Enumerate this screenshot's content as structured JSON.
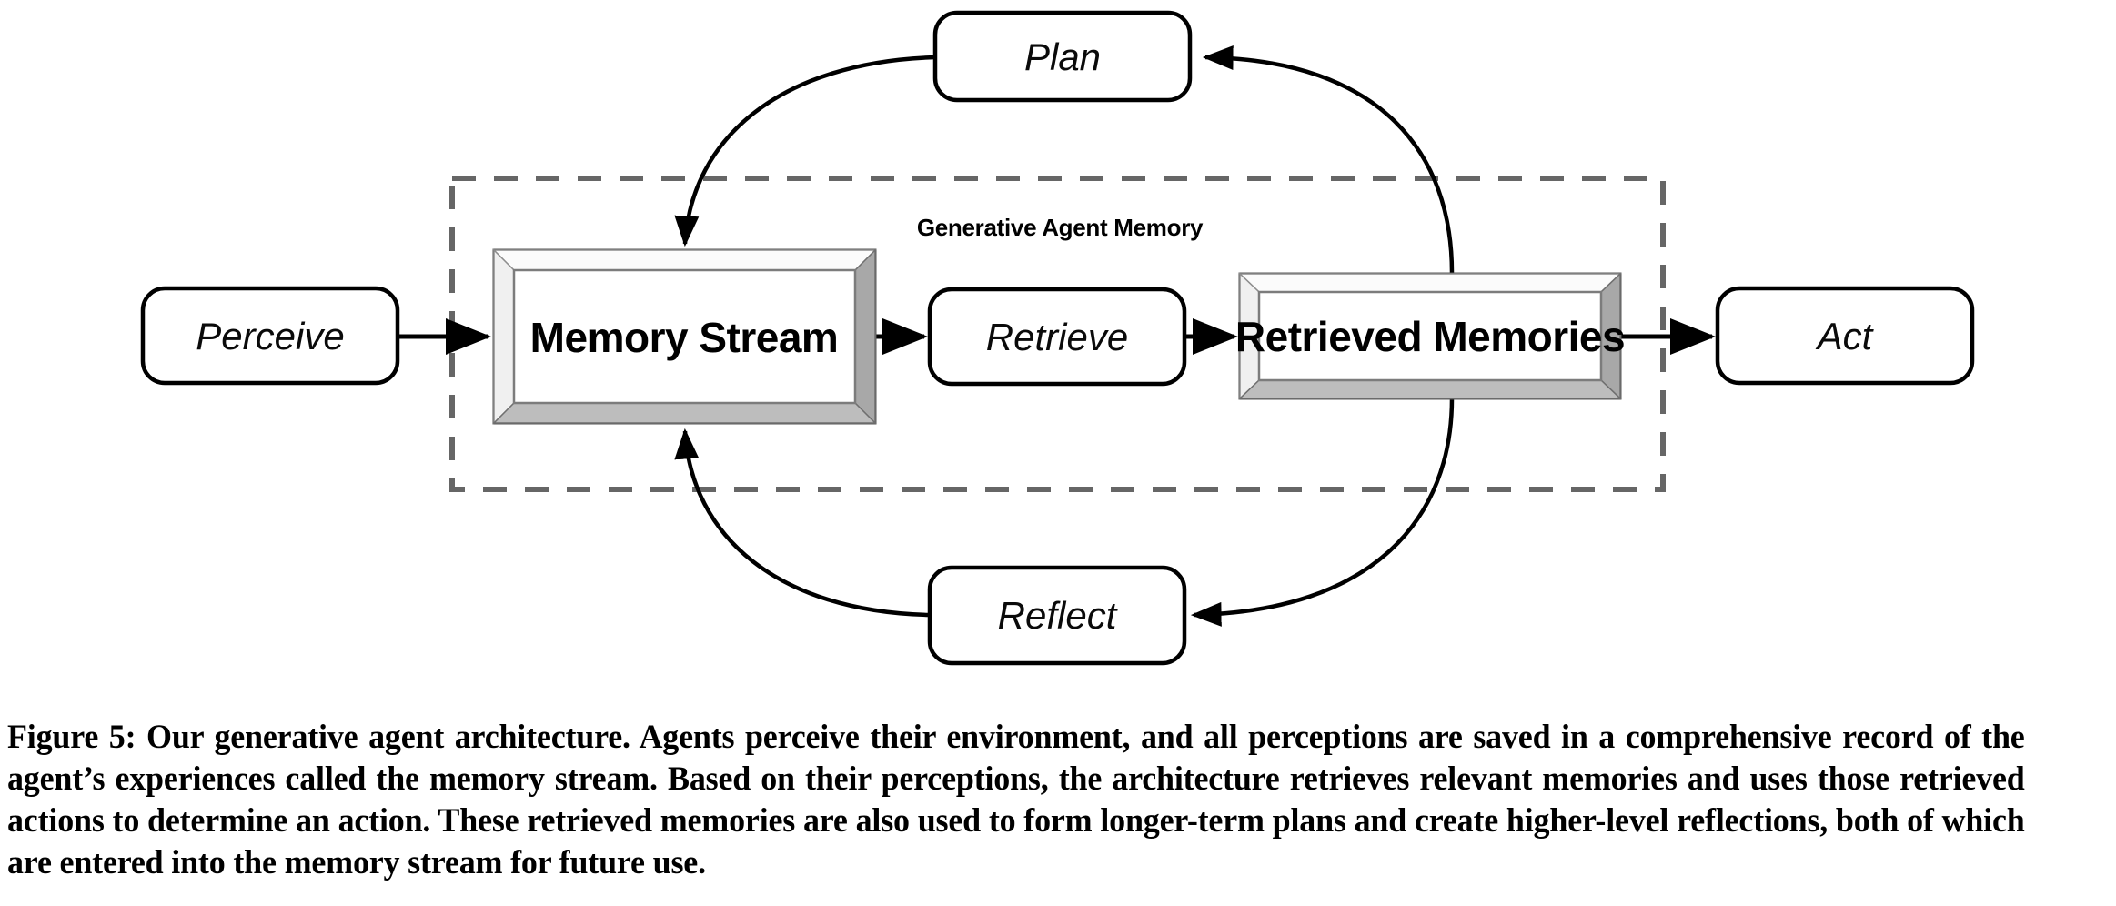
{
  "figure": {
    "id": "Figure 5",
    "group_label": "Generative Agent Memory",
    "nodes": {
      "perceive": "Perceive",
      "memory_stream": "Memory Stream",
      "retrieve": "Retrieve",
      "retrieved_memories": "Retrieved Memories",
      "act": "Act",
      "plan": "Plan",
      "reflect": "Reflect"
    },
    "edges": [
      {
        "from": "Perceive",
        "to": "Memory Stream",
        "style": "straight-arrow"
      },
      {
        "from": "Memory Stream",
        "to": "Retrieve",
        "style": "straight-arrow"
      },
      {
        "from": "Retrieve",
        "to": "Retrieved Memories",
        "style": "straight-arrow"
      },
      {
        "from": "Retrieved Memories",
        "to": "Act",
        "style": "straight-arrow"
      },
      {
        "from": "Retrieved Memories",
        "to": "Plan",
        "style": "curved-arrow"
      },
      {
        "from": "Plan",
        "to": "Memory Stream",
        "style": "curved-arrow"
      },
      {
        "from": "Retrieved Memories",
        "to": "Reflect",
        "style": "curved-arrow"
      },
      {
        "from": "Reflect",
        "to": "Memory Stream",
        "style": "curved-arrow"
      }
    ],
    "colors": {
      "stroke": "#000000",
      "dashed_border": "#666666",
      "bevel_light": "#f2f2f2",
      "bevel_mid": "#c9c9c9",
      "bevel_dark": "#9a9a9a",
      "background": "#ffffff"
    }
  },
  "caption": {
    "text": "Figure 5: Our generative agent architecture. Agents perceive their environment, and all perceptions are saved in a comprehensive record of the agent’s experiences called the memory stream. Based on their perceptions, the architecture retrieves relevant memories and uses those retrieved actions to determine an action. These retrieved memories are also used to form longer-term plans and create higher-level reflections, both of which are entered into the memory stream for future use."
  }
}
